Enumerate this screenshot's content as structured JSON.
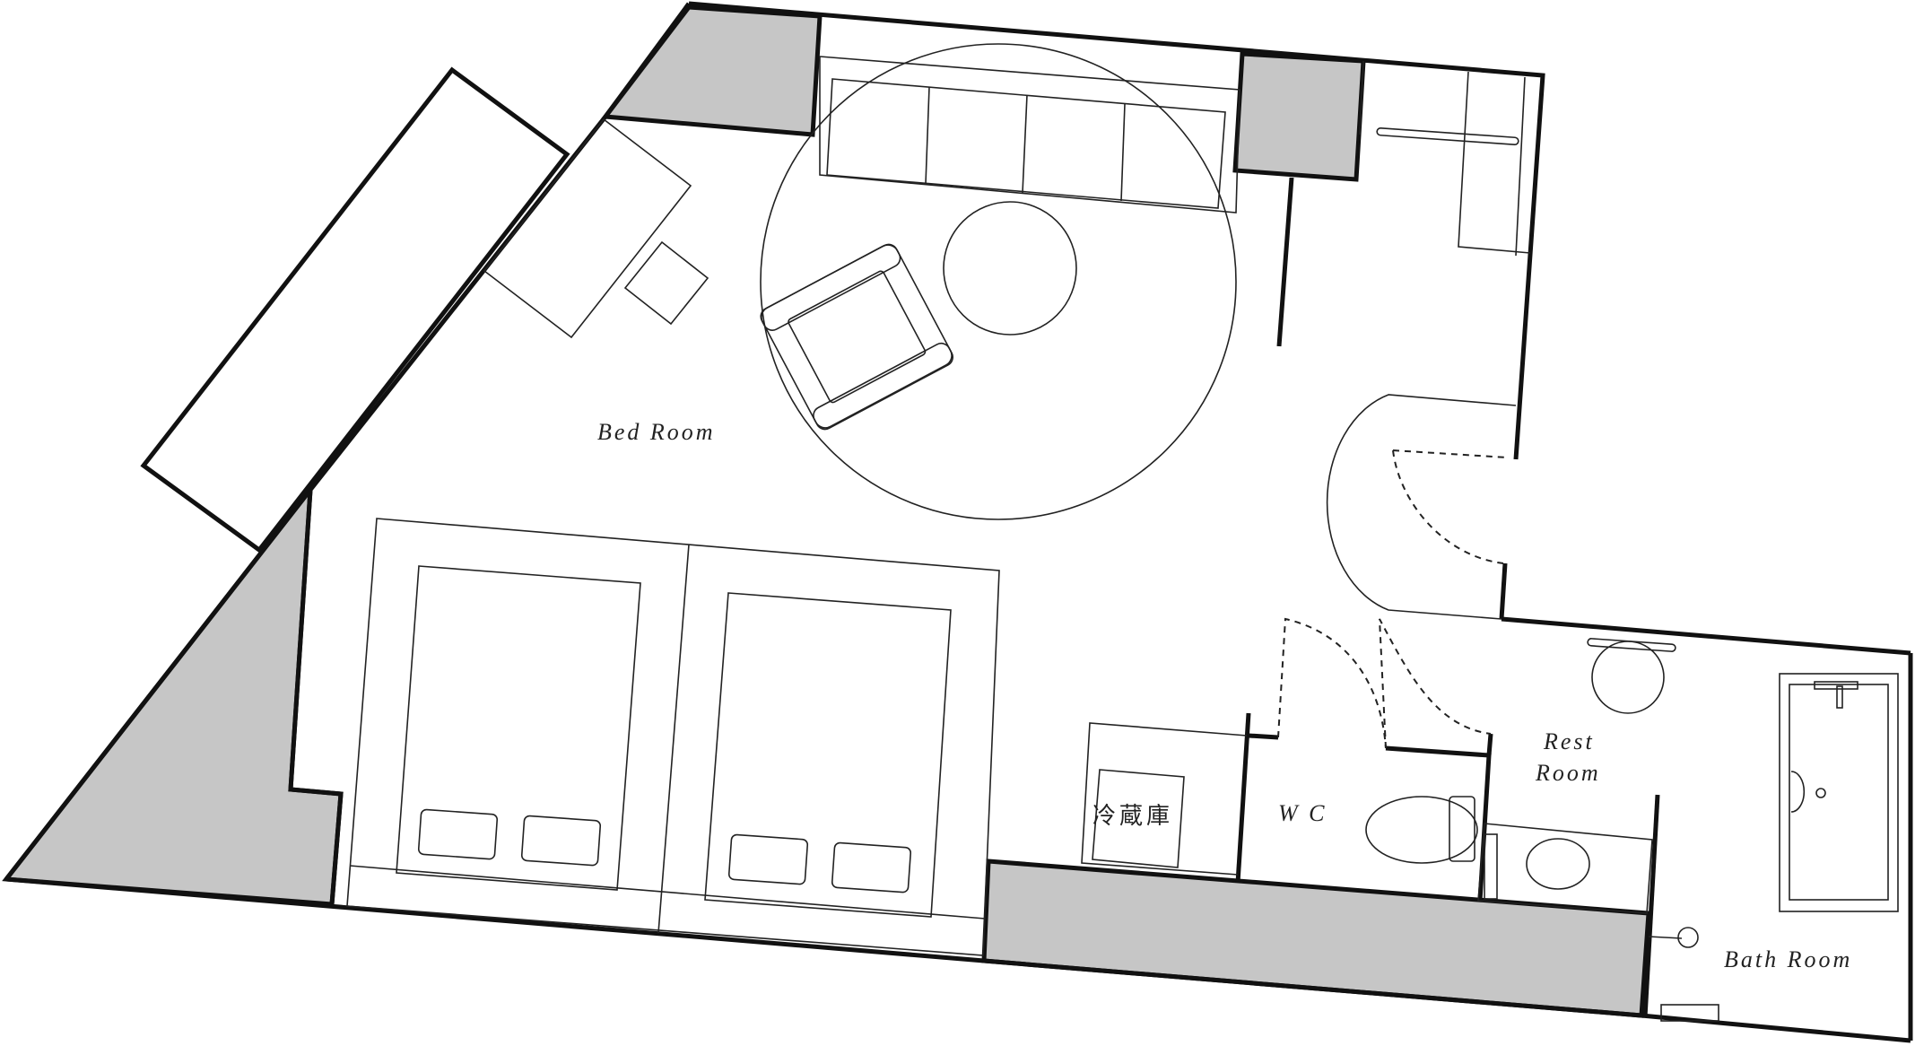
{
  "labels": {
    "bed_room": "Bed Room",
    "rest_room_1": "Rest",
    "rest_room_2": "Room",
    "wc": "W C",
    "fridge": "冷蔵庫",
    "bath_room": "Bath Room"
  },
  "colors": {
    "wall": "#111111",
    "shaft_fill": "#c6c6c6",
    "background": "#ffffff"
  }
}
